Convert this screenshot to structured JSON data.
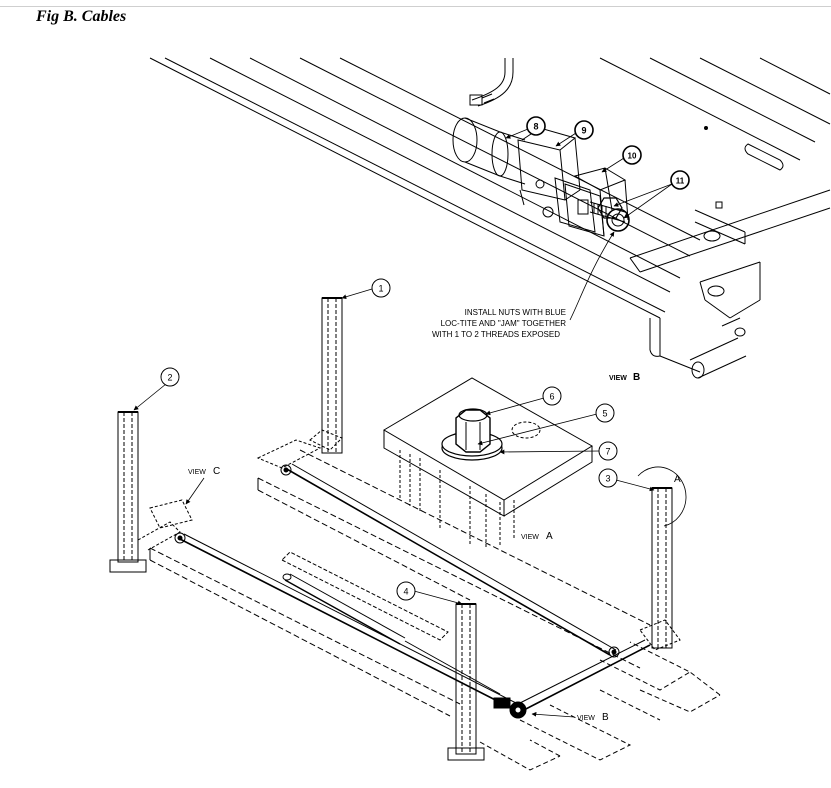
{
  "figure": {
    "title": "Fig B.  Cables"
  },
  "callouts": {
    "c1": "1",
    "c2": "2",
    "c3": "3",
    "c4": "4",
    "c5": "5",
    "c6": "6",
    "c7": "7",
    "c8": "8",
    "c9": "9",
    "c10": "10",
    "c11": "11"
  },
  "detail_letter": "A",
  "notes": {
    "install_line1": "INSTALL NUTS WITH BLUE",
    "install_line2": "LOC-TITE AND \"JAM\" TOGETHER",
    "install_line3": "WITH 1 TO 2 THREADS EXPOSED"
  },
  "views": {
    "view_b_title_prefix": "VIEW",
    "view_b_title_letter": "B",
    "view_a_prefix": "VIEW",
    "view_a_letter": "A",
    "view_c_prefix": "VIEW",
    "view_c_letter": "C",
    "view_b_pointer_prefix": "VIEW",
    "view_b_pointer_letter": "B"
  }
}
